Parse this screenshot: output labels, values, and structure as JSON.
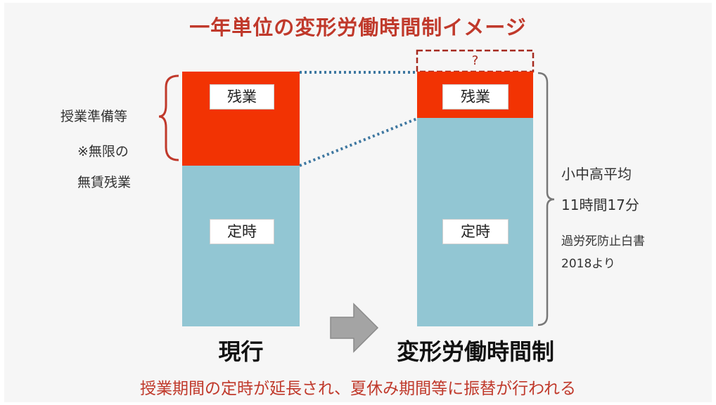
{
  "title": "一年単位の変形労働時間制イメージ",
  "colors": {
    "accent": "#c0392b",
    "overtime": "#f23303",
    "regular": "#92c6d3",
    "dotted_line": "#3e77a0",
    "arrow": "#a4a4a4"
  },
  "left_bar": {
    "overtime_label": "残業",
    "regular_label": "定時",
    "caption": "現行"
  },
  "right_bar": {
    "unknown_label": "?",
    "overtime_label": "残業",
    "regular_label": "定時",
    "caption": "変形労働時間制"
  },
  "left_notes": {
    "line1": "授業準備等",
    "line2": "※無限の",
    "line3": "無賃残業"
  },
  "right_notes": {
    "line1": "小中高平均",
    "line2": "11時間17分",
    "source1": "過労死防止白書",
    "source2": "2018より"
  },
  "bottom_caption": "授業期間の定時が延長され、夏休み期間等に振替が行われる"
}
